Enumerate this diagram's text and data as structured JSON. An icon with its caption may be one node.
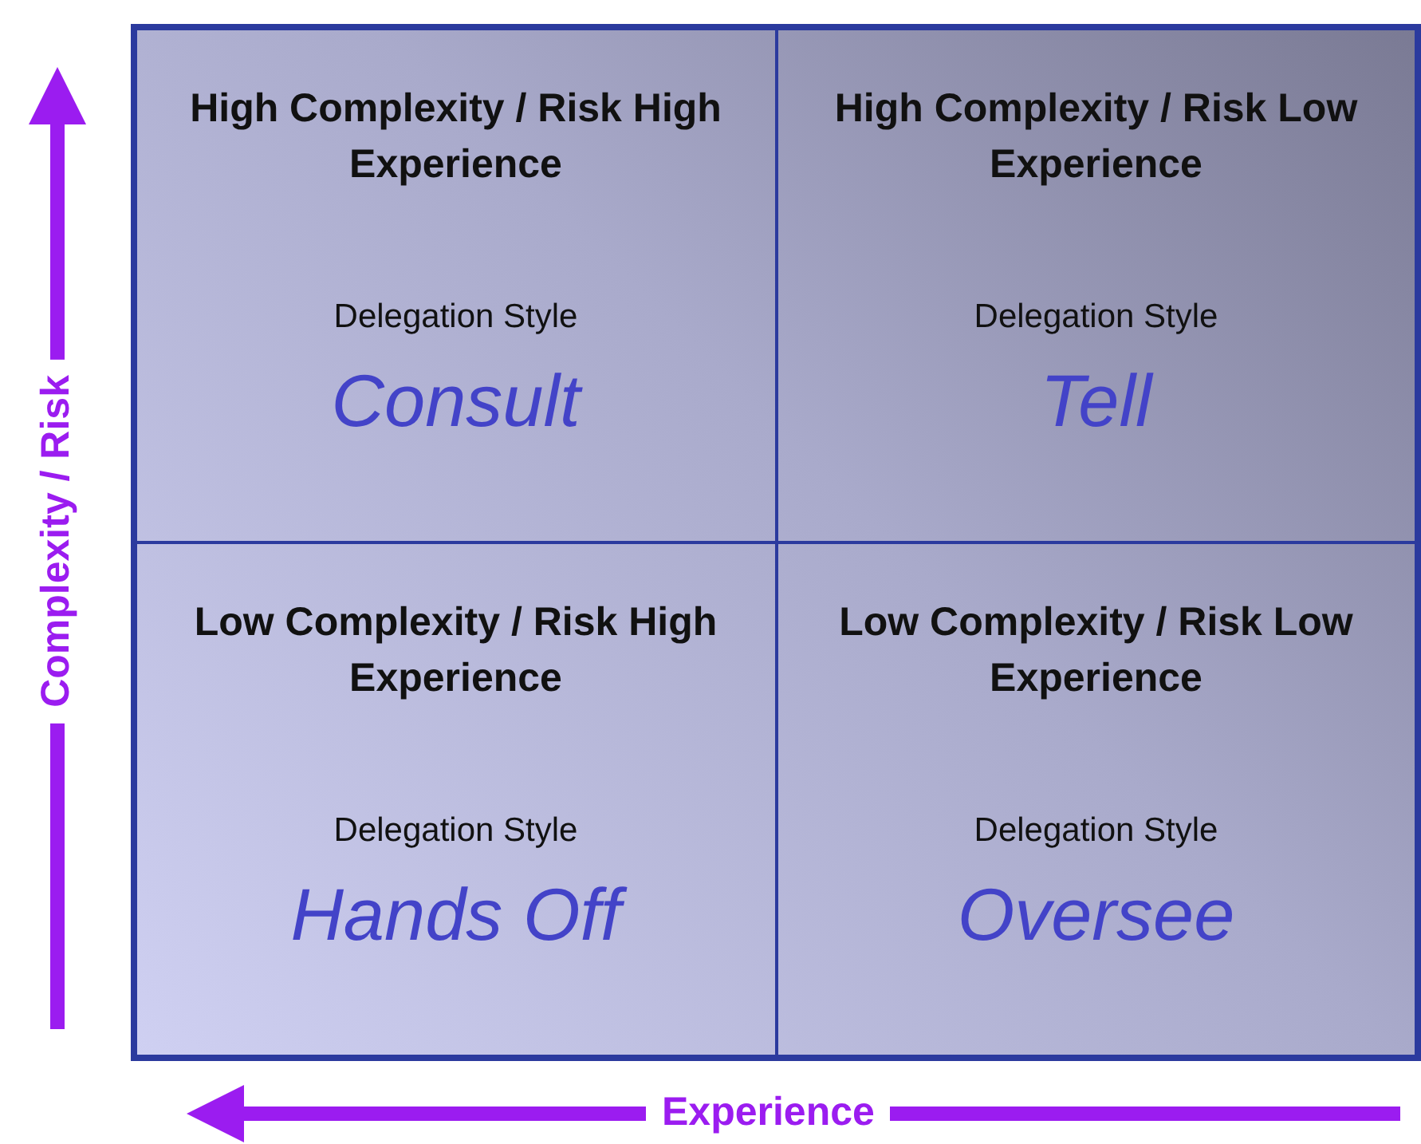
{
  "diagram": {
    "nodes": [
      {
        "text": [
          "High Complexity / Risk High Experience",
          "Delegation Style",
          "Consult"
        ]
      },
      {
        "text": [
          "High Complexity / Risk Low Experience",
          "Delegation Style",
          "Tell"
        ]
      },
      {
        "text": [
          "Low Complexity / Risk High Experience",
          "Delegation Style",
          "Hands Off"
        ]
      },
      {
        "text": [
          "Low Complexity / Risk Low Experience",
          "Delegation Style",
          "Oversee"
        ]
      }
    ],
    "edges": [],
    "labels": [
      "Complexity / Risk",
      "Experience"
    ]
  }
}
